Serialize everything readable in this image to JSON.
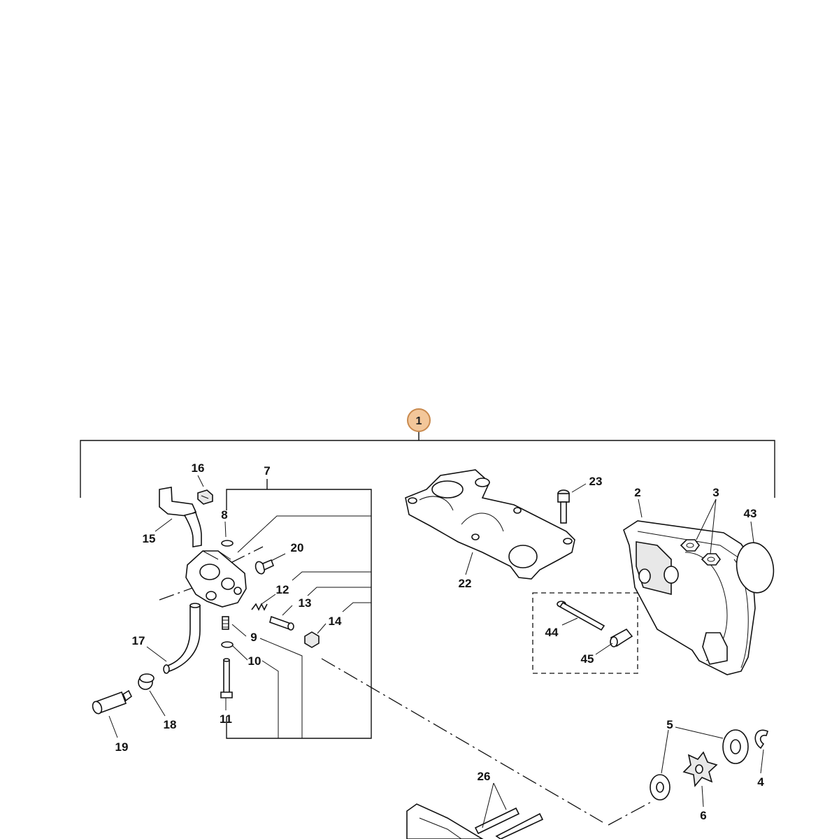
{
  "assembly": {
    "number": "1",
    "badge_color": "#f3c79a",
    "badge_border": "#c98a4e"
  },
  "callouts": {
    "p2": "2",
    "p3": "3",
    "p4": "4",
    "p5": "5",
    "p6": "6",
    "p7": "7",
    "p8": "8",
    "p9": "9",
    "p10": "10",
    "p11": "11",
    "p12": "12",
    "p13": "13",
    "p14": "14",
    "p15": "15",
    "p16": "16",
    "p17": "17",
    "p18": "18",
    "p19": "19",
    "p20": "20",
    "p22": "22",
    "p23": "23",
    "p26": "26",
    "p43": "43",
    "p44": "44",
    "p45": "45"
  }
}
